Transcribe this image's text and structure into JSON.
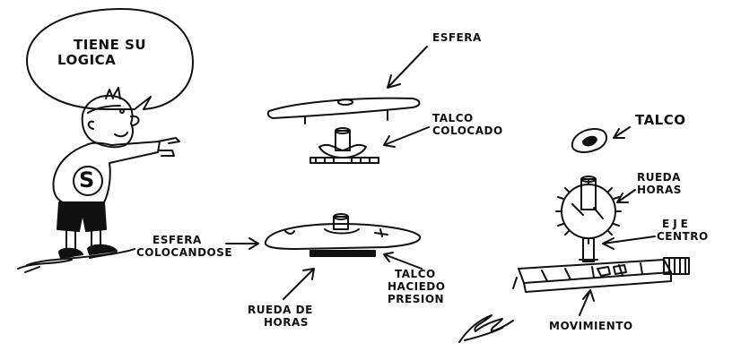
{
  "colors": {
    "ink": "#111111",
    "paper": "#ffffff"
  },
  "speech_bubble": {
    "line1": "TIENE SU",
    "line2": "LOGICA"
  },
  "character": {
    "shirt_letter": "S"
  },
  "labels": {
    "esfera": "ESFERA",
    "talco_colocado": {
      "line1": "TALCO",
      "line2": "COLOCADO"
    },
    "esfera_colocandose": {
      "line1": "ESFERA",
      "line2": "COLOCANDOSE"
    },
    "talco_haciendo_presion": {
      "line1": "TALCO",
      "line2": "HACIEDO",
      "line3": "PRESION"
    },
    "rueda_de_horas": {
      "line1": "RUEDA DE",
      "line2": "HORAS"
    },
    "talco": "TALCO",
    "rueda_horas": {
      "line1": "RUEDA",
      "line2": "HORAS"
    },
    "eje_centro": {
      "line1": "EJE",
      "line2": "CENTRO"
    },
    "movimiento": "MOVIMIENTO"
  }
}
